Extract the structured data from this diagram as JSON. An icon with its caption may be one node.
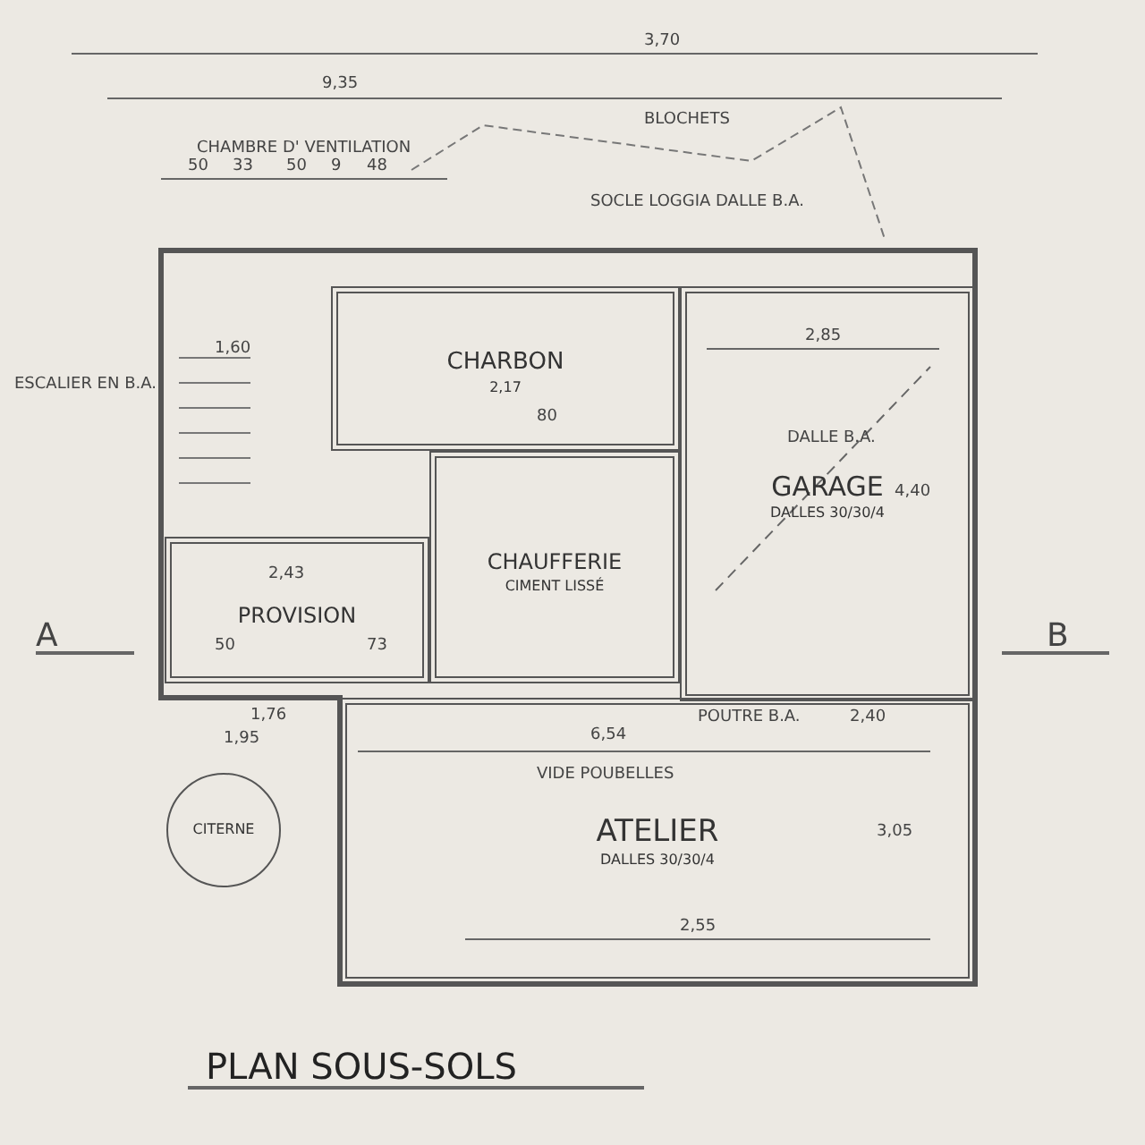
{
  "diagram": {
    "title": "PLAN SOUS-SOLS",
    "nodes": [
      {
        "text": [
          "CHARBON",
          "2,17"
        ]
      },
      {
        "text": [
          "CHAUFFERIE",
          "CIMENT LISSÉ"
        ]
      },
      {
        "text": [
          "GARAGE",
          "DALLES 30/30/4"
        ]
      },
      {
        "text": [
          "PROVISION"
        ]
      },
      {
        "text": [
          "ATELIER",
          "DALLES 30/30/4"
        ]
      },
      {
        "text": [
          "CITERNE"
        ]
      }
    ],
    "edges": [],
    "labels": [
      "3,70",
      "9,35",
      "CHAMBRE D' VENTILATION",
      "BLOCHETS",
      "SOCLE LOGGIA DALLE B.A.",
      "50",
      "33",
      "50",
      "9",
      "48",
      "1,60",
      "ESCALIER EN B.A.",
      "80",
      "2,85",
      "DALLE B.A.",
      "4,40",
      "A",
      "B",
      "2,43",
      "50",
      "73",
      "1,76",
      "POUTRE B.A.",
      "2,40",
      "VIDE POUBELLES",
      "1,95",
      "6,54",
      "3,05",
      "2,55"
    ]
  }
}
